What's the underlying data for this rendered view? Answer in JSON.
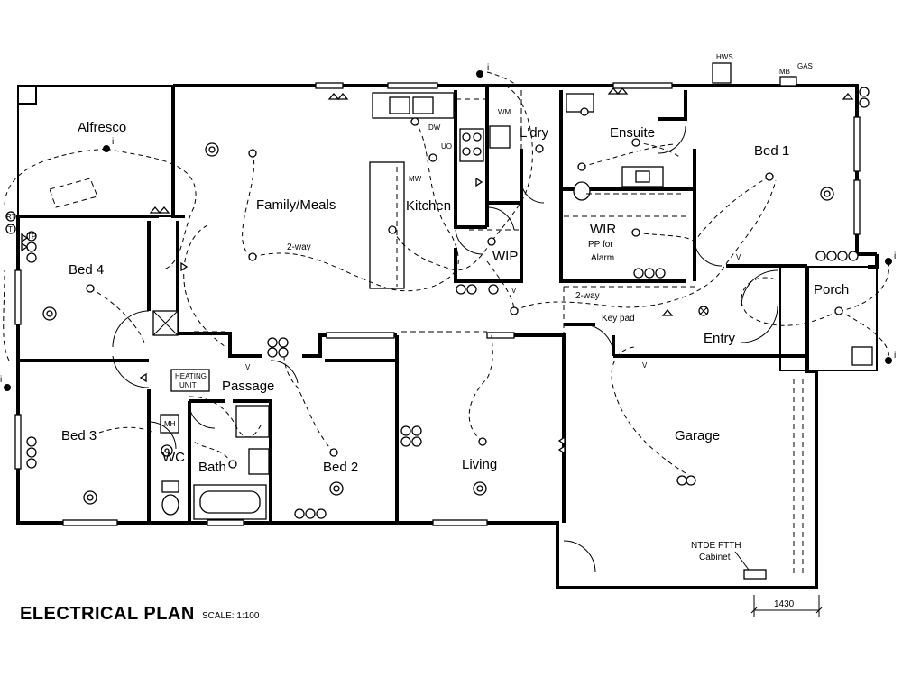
{
  "title": "ELECTRICAL PLAN",
  "scale": "SCALE: 1:100",
  "rooms": {
    "alfresco": "Alfresco",
    "family_meals": "Family/Meals",
    "kitchen": "Kitchen",
    "laundry": "L'dry",
    "ensuite": "Ensuite",
    "bed1": "Bed 1",
    "bed4": "Bed 4",
    "wip": "WIP",
    "wir": "WIR",
    "porch": "Porch",
    "entry": "Entry",
    "passage": "Passage",
    "bed3": "Bed 3",
    "wc": "WC",
    "bath": "Bath",
    "bed2": "Bed 2",
    "living": "Living",
    "garage": "Garage"
  },
  "annotations": {
    "two_way_family": "2-way",
    "two_way_entry": "2-way",
    "pp_for_alarm_line1": "PP for",
    "pp_for_alarm_line2": "Alarm",
    "key_pad": "Key pad",
    "heating_unit_line1": "HEATING",
    "heating_unit_line2": "UNIT",
    "mh": "MH",
    "ntde_line1": "NTDE FTTH",
    "ntde_line2": "Cabinet",
    "dimension": "1430",
    "hws": "HWS",
    "mb": "MB",
    "gas": "GAS",
    "dw": "DW",
    "uo": "UO",
    "mw": "MW",
    "wm": "WM",
    "symbol_i": "i",
    "symbol_v": "V",
    "symbol_tp": "TP",
    "symbol_t": "T",
    "symbol_rt": "RT"
  }
}
